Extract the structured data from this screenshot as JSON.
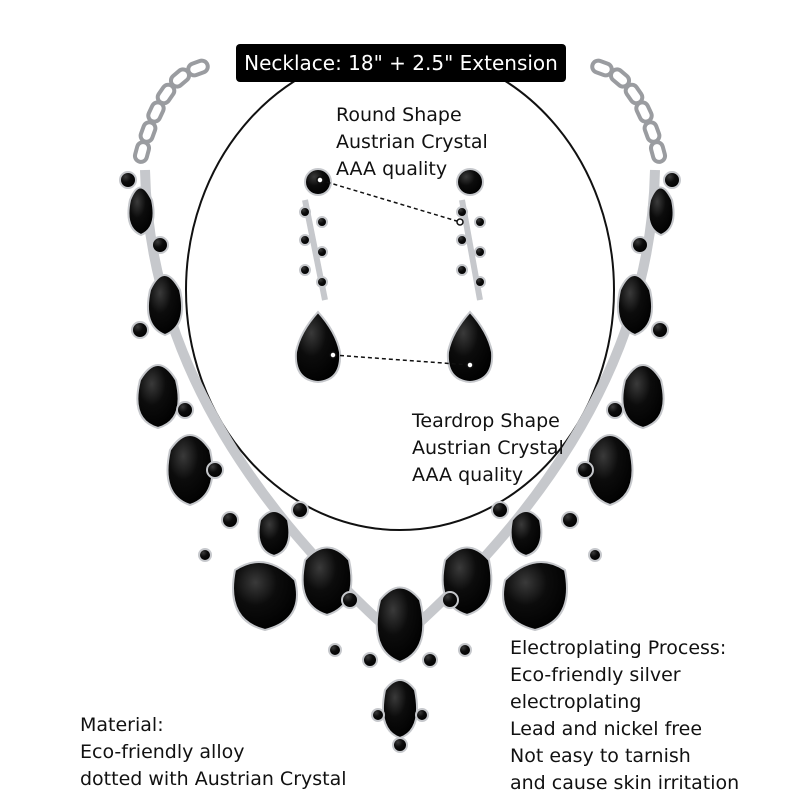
{
  "banner": {
    "text": "Necklace: 18\" + 2.5\" Extension"
  },
  "earring_round": {
    "lines": [
      "Round Shape",
      "Austrian Crystal",
      "AAA quality"
    ]
  },
  "earring_teardrop": {
    "lines": [
      "Teardrop Shape",
      "Austrian Crystal",
      "AAA quality"
    ]
  },
  "electroplating": {
    "lines": [
      "Electroplating Process:",
      "Eco-friendly silver",
      "electroplating",
      "Lead and nickel free",
      "Not easy to tarnish",
      "and cause skin irritation"
    ]
  },
  "material": {
    "lines": [
      "Material:",
      "Eco-friendly alloy",
      "dotted with Austrian Crystal"
    ]
  },
  "colors": {
    "crystal": "#050505",
    "metal": "#b9bcc2",
    "background": "#ffffff"
  }
}
